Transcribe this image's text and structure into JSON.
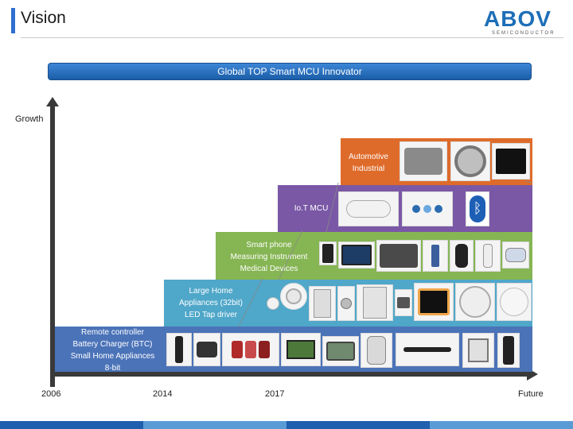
{
  "header": {
    "title": "Vision",
    "logo_text": "ABOV",
    "logo_subtext": "SEMICONDUCTOR",
    "accent_color": "#2f6fd1"
  },
  "banner": {
    "text": "Global TOP Smart MCU Innovator"
  },
  "axes": {
    "y_label": "Growth",
    "x_ticks": [
      "2006",
      "2014",
      "2017",
      "Future"
    ]
  },
  "steps": [
    {
      "lines": [
        "Remote controller",
        "Battery Charger (BTC)",
        "Small Home Appliances",
        "8-bit"
      ],
      "color": "#4b73b8"
    },
    {
      "lines": [
        "Large Home",
        "Appliances (32bit)",
        "LED Tap driver"
      ],
      "color": "#4fa7c9"
    },
    {
      "lines": [
        "Smart phone",
        "Measuring Instrument",
        "Medical Devices"
      ],
      "color": "#86b553"
    },
    {
      "lines": [
        "Io.T MCU"
      ],
      "color": "#7a58a6"
    },
    {
      "lines": [
        "Automotive",
        "Industrial"
      ],
      "color": "#df6b2a"
    }
  ],
  "product_images": {
    "step1": [
      "remote-controller",
      "battery-charger",
      "small-appliances",
      "lcd-monitor",
      "coffee-machine",
      "handheld-device",
      "water-purifier",
      "hair-straightener",
      "safe",
      "door-lock"
    ],
    "step2": [
      "led-bulbs",
      "downlight",
      "refrigerator",
      "washing-machine",
      "air-conditioner",
      "microwave",
      "mirror-panel",
      "round-lamp",
      "ceiling-light"
    ],
    "step3": [
      "smart-phone",
      "tablet",
      "car-dashboard",
      "measuring-tools",
      "blood-pressure-meter",
      "thermometer",
      "glucose-meter"
    ],
    "step4": [
      "wearable-band",
      "iot-sensors",
      "bluetooth-icon"
    ],
    "step5": [
      "engine",
      "brake-disc",
      "digital-meter"
    ]
  },
  "bottom_bar_colors": [
    "#1e5fae",
    "#5b9bd5",
    "#1e5fae",
    "#5b9bd5"
  ]
}
